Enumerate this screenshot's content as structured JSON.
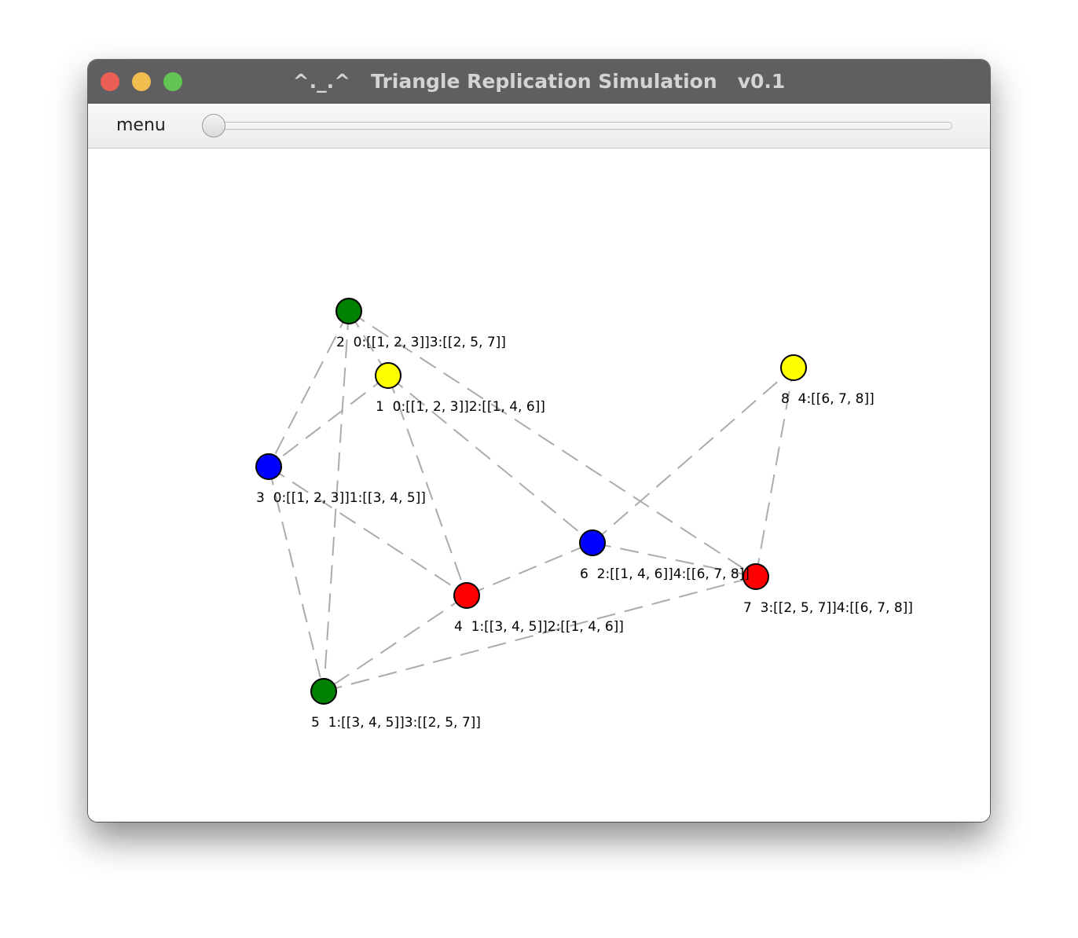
{
  "window": {
    "title": "^._.^   Triangle Replication Simulation   v0.1"
  },
  "toolbar": {
    "menu_label": "menu",
    "slider_value": 0
  },
  "graph": {
    "nodes": [
      {
        "id": "1",
        "label": "1  0:[[1, 2, 3]]2:[[1, 4, 6]]",
        "color": "#ffff00"
      },
      {
        "id": "2",
        "label": "2  0:[[1, 2, 3]]3:[[2, 5, 7]]",
        "color": "#008000"
      },
      {
        "id": "3",
        "label": "3  0:[[1, 2, 3]]1:[[3, 4, 5]]",
        "color": "#0000ff"
      },
      {
        "id": "4",
        "label": "4  1:[[3, 4, 5]]2:[[1, 4, 6]]",
        "color": "#ff0000"
      },
      {
        "id": "5",
        "label": "5  1:[[3, 4, 5]]3:[[2, 5, 7]]",
        "color": "#008000"
      },
      {
        "id": "6",
        "label": "6  2:[[1, 4, 6]]4:[[6, 7, 8]]",
        "color": "#0000ff"
      },
      {
        "id": "7",
        "label": "7  3:[[2, 5, 7]]4:[[6, 7, 8]]",
        "color": "#ff0000"
      },
      {
        "id": "8",
        "label": "8  4:[[6, 7, 8]]",
        "color": "#ffff00"
      }
    ],
    "edges": [
      [
        "1",
        "2"
      ],
      [
        "1",
        "3"
      ],
      [
        "2",
        "3"
      ],
      [
        "3",
        "4"
      ],
      [
        "3",
        "5"
      ],
      [
        "4",
        "5"
      ],
      [
        "1",
        "4"
      ],
      [
        "1",
        "6"
      ],
      [
        "4",
        "6"
      ],
      [
        "2",
        "5"
      ],
      [
        "2",
        "7"
      ],
      [
        "5",
        "7"
      ],
      [
        "6",
        "7"
      ],
      [
        "6",
        "8"
      ],
      [
        "7",
        "8"
      ]
    ]
  }
}
